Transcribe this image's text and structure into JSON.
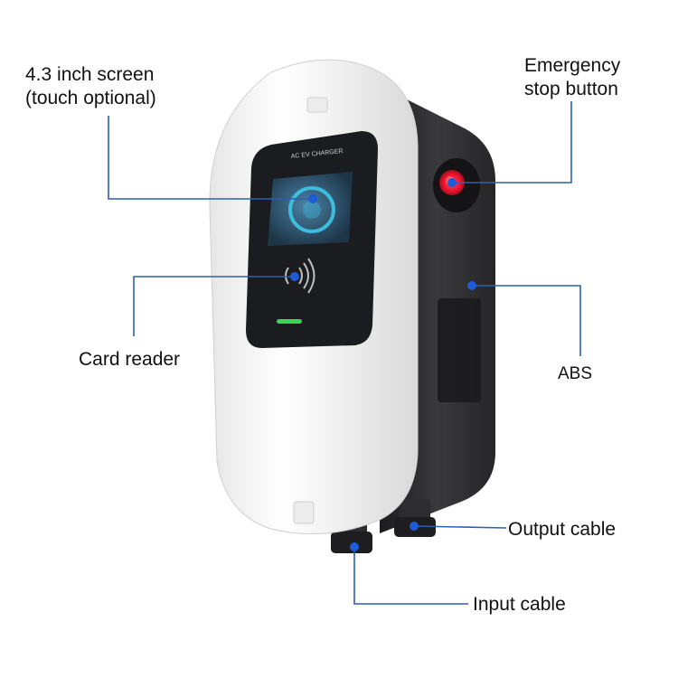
{
  "callouts": {
    "screen": {
      "line1": "4.3 inch screen",
      "line2": "(touch optional)"
    },
    "emergency_stop": {
      "line1": "Emergency",
      "line2": "stop button"
    },
    "card_reader": {
      "text": "Card reader"
    },
    "abs": {
      "text": "ABS"
    },
    "output_cable": {
      "text": "Output cable"
    },
    "input_cable": {
      "text": "Input cable"
    }
  },
  "device_print": {
    "panel_text": "AC EV CHARGER"
  },
  "colors": {
    "callout_line": "#2e5fb0",
    "callout_dot": "#1f5bd6",
    "shell_white": "#f4f4f4",
    "back_housing": "#2b2b2d",
    "panel_dark": "#1b1c1f",
    "screen_glow": "#3ec7e8",
    "status_led": "#39d64a",
    "estop_red": "#e8132b"
  }
}
